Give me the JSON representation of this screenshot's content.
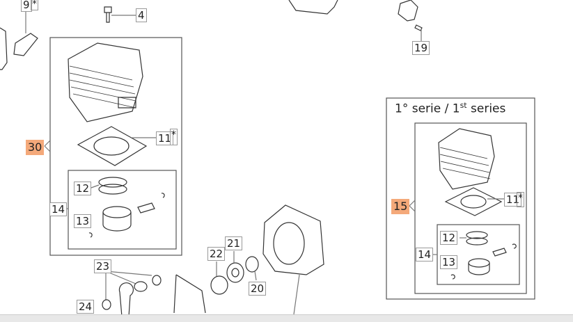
{
  "labels": {
    "p9": "9",
    "p4": "4",
    "p19": "19",
    "p30": "30",
    "p11a": "11",
    "p12a": "12",
    "p14a": "14",
    "p13a": "13",
    "p23": "23",
    "p22": "22",
    "p21": "21",
    "p20": "20",
    "p24": "24",
    "p15": "15",
    "p11b": "11",
    "p12b": "12",
    "p14b": "14",
    "p13b": "13",
    "star": "*"
  },
  "series_box": {
    "title_main": "1° serie / 1",
    "title_sup": "st",
    "title_tail": " series"
  },
  "colors": {
    "highlight": "#f4a97a",
    "line": "#555555"
  }
}
